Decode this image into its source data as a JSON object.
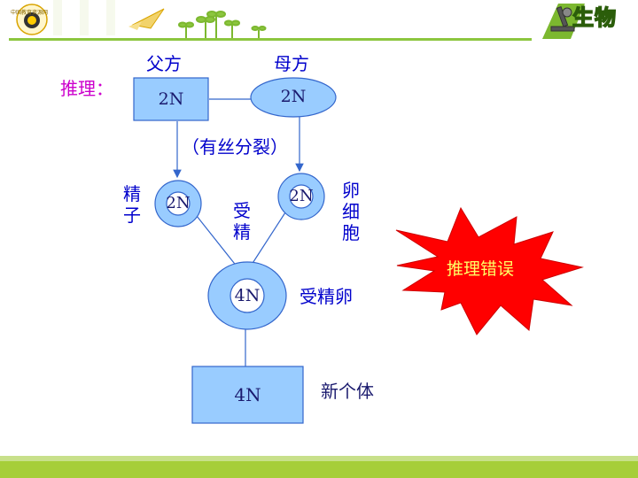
{
  "header": {
    "logo_text": "中国教育资源网",
    "subject_badge": "生物"
  },
  "diagram": {
    "reasoning_label": "推理：",
    "father_label": "父方",
    "mother_label": "母方",
    "father_cell": "2N",
    "mother_cell": "2N",
    "mitosis_label": "（有丝分裂）",
    "sperm_cell": "2N",
    "egg_cell": "2N",
    "sperm_label": [
      "精",
      "子"
    ],
    "egg_label": [
      "卵",
      "细",
      "胞"
    ],
    "fertilization_label": [
      "受",
      "精"
    ],
    "zygote_cell": "4N",
    "zygote_label": "受精卵",
    "new_individual_cell": "4N",
    "new_individual_label": "新个体",
    "error_burst_text": "推理错误"
  },
  "colors": {
    "header_green": "#8cc63f",
    "footer_green": "#a6ce39",
    "node_fill": "#99ccff",
    "node_border": "#3366cc",
    "label_blue": "#0000cc",
    "reasoning_purple": "#cc00cc",
    "burst_red": "#ff0000",
    "burst_text": "#ffff66"
  }
}
